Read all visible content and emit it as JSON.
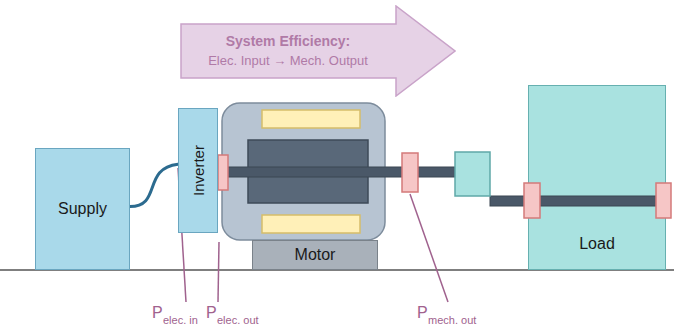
{
  "diagram": {
    "nodes": [
      {
        "text": [
          "System Efficiency:",
          "Elec. Input → Mech. Output"
        ]
      },
      {
        "text": [
          "Supply"
        ]
      },
      {
        "text": [
          "Inverter"
        ]
      },
      {
        "text": [
          "Motor"
        ]
      },
      {
        "text": [
          "Load"
        ]
      }
    ],
    "edges": [
      {
        "from": 1,
        "to": 2,
        "arrow": "none"
      }
    ],
    "labels": [
      "P",
      "elec. in",
      "P",
      "elec. out",
      "P",
      "mech. out"
    ]
  }
}
